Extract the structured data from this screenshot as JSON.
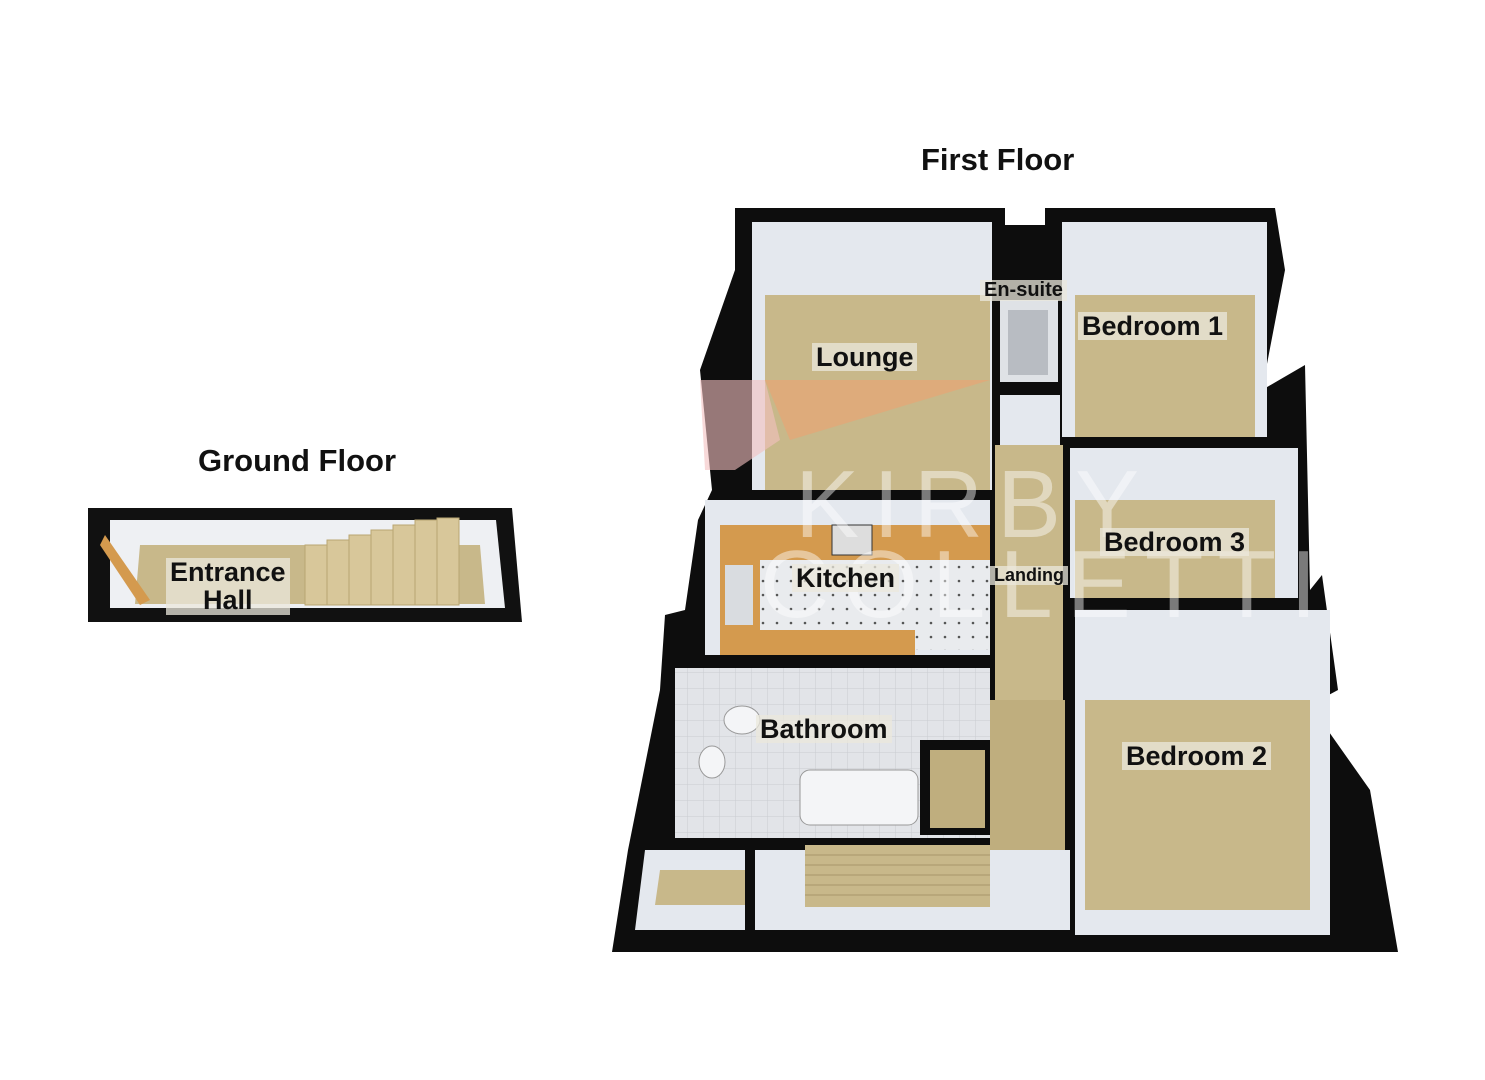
{
  "floors": {
    "ground": {
      "title": "Ground Floor",
      "rooms": [
        {
          "label_line1": "Entrance",
          "label_line2": "Hall"
        }
      ]
    },
    "first": {
      "title": "First Floor",
      "rooms": [
        {
          "label": "Lounge"
        },
        {
          "label": "En-suite"
        },
        {
          "label": "Bedroom 1"
        },
        {
          "label": "Bedroom 3"
        },
        {
          "label": "Kitchen"
        },
        {
          "label": "Landing"
        },
        {
          "label": "Bathroom"
        },
        {
          "label": "Bedroom 2"
        }
      ]
    }
  },
  "watermark": {
    "line1": "KIRBY",
    "line2": "COLLETTI"
  },
  "colors": {
    "wall": "#0d0d0d",
    "floor": "#c8b88a",
    "inner_wall": "#e4e8ee",
    "kitchen_counter": "#d49a4e"
  }
}
